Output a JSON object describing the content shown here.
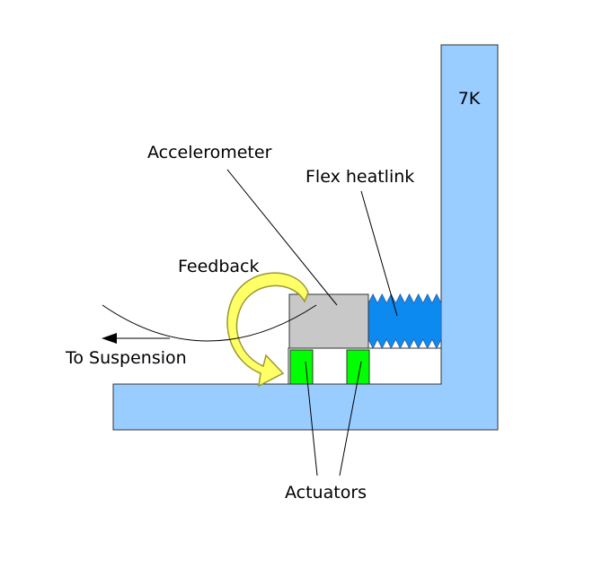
{
  "labels": {
    "temperature": "7K",
    "accelerometer": "Accelerometer",
    "flex_heatlink": "Flex heatlink",
    "feedback": "Feedback",
    "to_suspension": "To Suspension",
    "actuators": "Actuators"
  },
  "colors": {
    "cold_plate": "#99ccff",
    "accelerometer": "#c8c8c8",
    "heatlink": "#0c8af0",
    "actuator": "#00ff00",
    "feedback_arrow": "#ffff66",
    "feedback_arrow_outline": "#999933",
    "line": "#000000"
  }
}
